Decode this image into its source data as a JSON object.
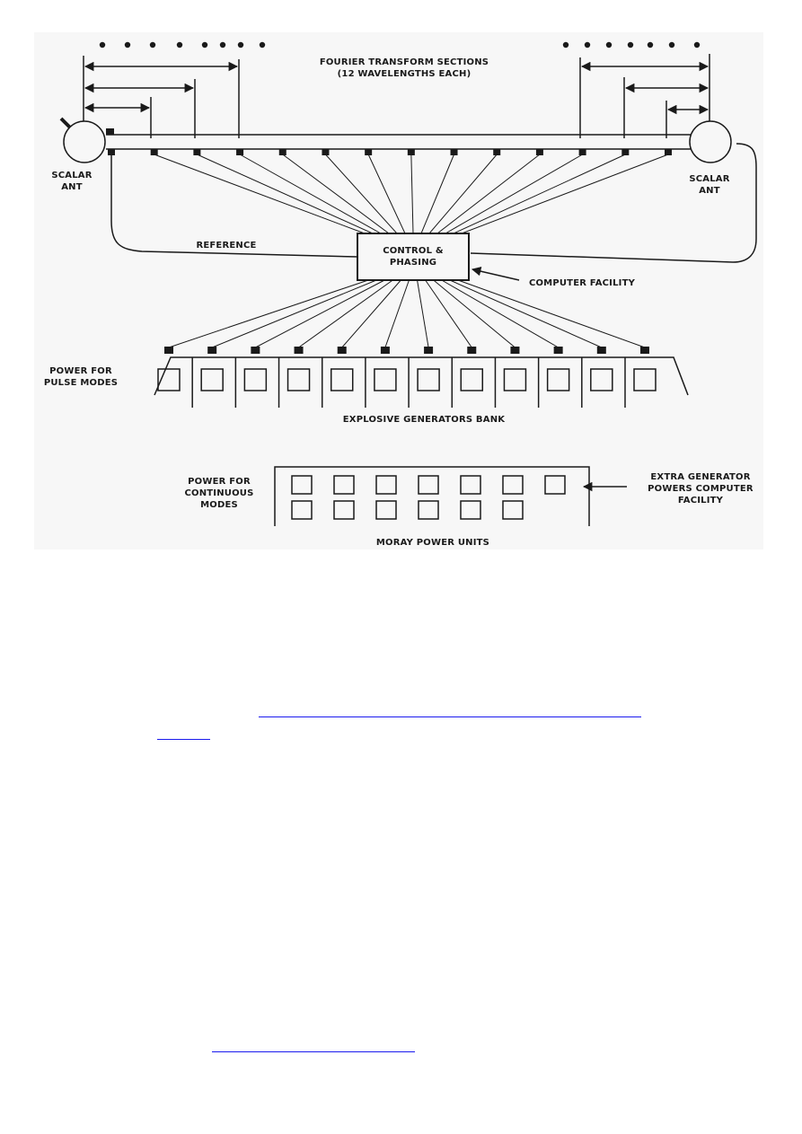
{
  "labels": {
    "fourier_line1": "FOURIER TRANSFORM SECTIONS",
    "fourier_line2": "(12 WAVELENGTHS EACH)",
    "scalar_ant_left_1": "SCALAR",
    "scalar_ant_left_2": "ANT",
    "scalar_ant_right_1": "SCALAR",
    "scalar_ant_right_2": "ANT",
    "reference": "REFERENCE",
    "control_1": "CONTROL &",
    "control_2": "PHASING",
    "computer_facility": "COMPUTER FACILITY",
    "power_pulse_1": "POWER FOR",
    "power_pulse_2": "PULSE MODES",
    "explosive_bank": "EXPLOSIVE GENERATORS BANK",
    "power_cont_1": "POWER FOR",
    "power_cont_2": "CONTINUOUS",
    "power_cont_3": "MODES",
    "extra_1": "EXTRA GENERATOR",
    "extra_2": "POWERS COMPUTER",
    "extra_3": "FACILITY",
    "moray_units": "MORAY POWER UNITS"
  },
  "colors": {
    "ink": "#1a1a1a",
    "panel": "#f7f7f7",
    "link": "#1a1aee"
  },
  "diagram": {
    "explosive_generator_count": 12,
    "moray_units_top_row": 7,
    "moray_units_bottom_row": 6,
    "antenna_tap_count": 14
  }
}
